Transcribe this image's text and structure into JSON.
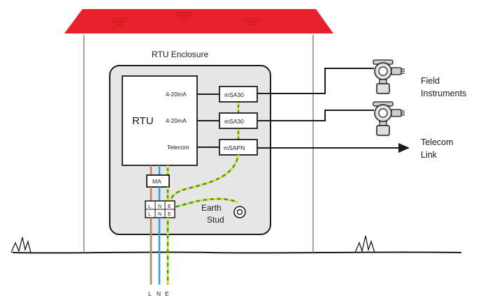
{
  "labels": {
    "enclosure_title": "RTU Enclosure",
    "rtu": "RTU",
    "port_1": "4-20mA",
    "port_2": "4-20mA",
    "port_telecom": "Telecom",
    "barrier_1": "mSA30",
    "barrier_2": "mSA30",
    "barrier_3": "mSAPN",
    "ma_device": "MA",
    "terminal_top": [
      "L",
      "N",
      "E"
    ],
    "terminal_bottom": [
      "L",
      "N",
      "E"
    ],
    "earth_stud_line1": "Earth",
    "earth_stud_line2": "Stud",
    "field_instruments_line1": "Field",
    "field_instruments_line2": "Instruments",
    "telecom_link_line1": "Telecom",
    "telecom_link_line2": "Link",
    "mains": [
      "L",
      "N",
      "E"
    ]
  },
  "colors": {
    "roof": "#e8202a",
    "enclosure_fill": "#e6e6e6",
    "live_wire": "#b08a6a",
    "neutral_wire": "#3aa0e0",
    "earth_green": "#2e9a3e",
    "earth_yellow": "#f2e000"
  },
  "icons": [
    "pressure-transmitter-icon",
    "earth-stud-icon",
    "grass-tuft-icon"
  ]
}
